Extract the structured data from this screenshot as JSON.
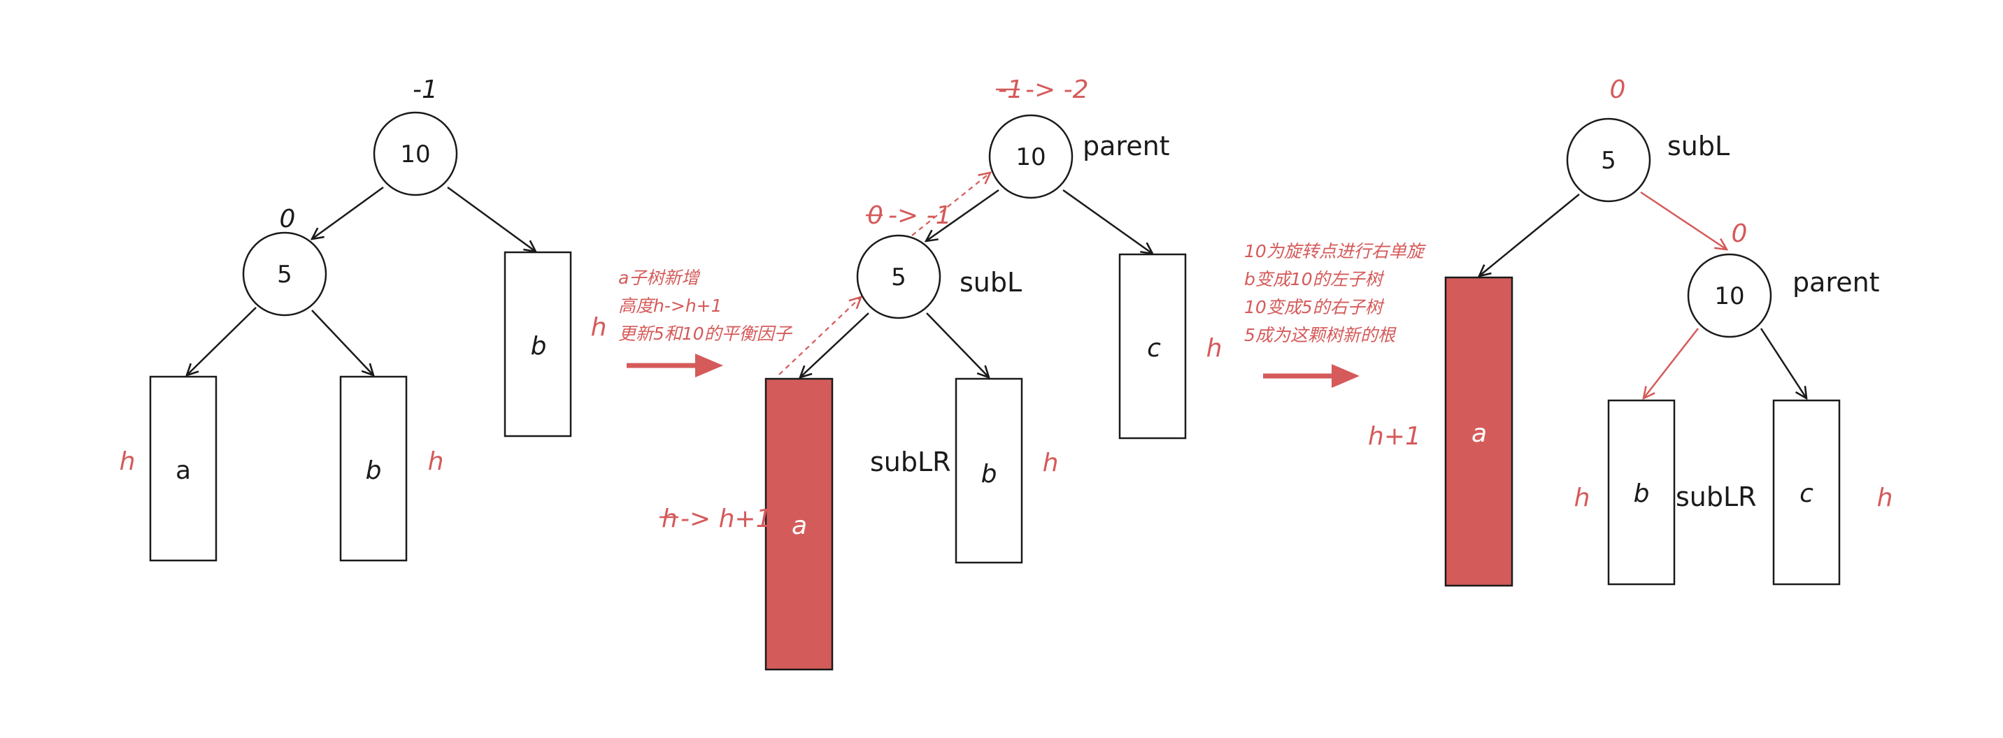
{
  "colors": {
    "accent": "#d55a5a",
    "ink": "#1a1a1a",
    "fill_grown": "#d35c5a"
  },
  "step1": {
    "root_value": "10",
    "root_bf": "-1",
    "left_value": "5",
    "left_bf": "0",
    "subtree_a": "a",
    "subtree_b_left": "b",
    "subtree_b_right": "b",
    "h_a": "h",
    "h_b_left": "h",
    "h_b_right": "h"
  },
  "note1": {
    "lines": [
      "a子树新增",
      "高度h->h+1",
      "更新5和10的平衡因子"
    ]
  },
  "step2": {
    "parent_value": "10",
    "parent_label": "parent",
    "parent_bf_old": "-1",
    "parent_bf_new": "-> -2",
    "subl_value": "5",
    "subl_label": "subL",
    "subl_bf_old": "0",
    "subl_bf_new": "-> -1",
    "subtree_a": "a",
    "subtree_b": "b",
    "subtree_c": "c",
    "sublr_label": "subLR",
    "h_a_old": "h",
    "h_a_new": "-> h+1",
    "h_b": "h",
    "h_c": "h"
  },
  "note2": {
    "lines": [
      "10为旋转点进行右单旋",
      "b变成10的左子树",
      "10变成5的右子树",
      "5成为这颗树新的根"
    ]
  },
  "step3": {
    "root_value": "5",
    "root_label": "subL",
    "root_bf": "0",
    "right_value": "10",
    "right_label": "parent",
    "right_bf": "0",
    "subtree_a": "a",
    "subtree_b": "b",
    "subtree_c": "c",
    "sublr_label": "subLR",
    "h_a": "h+1",
    "h_b": "h",
    "h_c": "h"
  }
}
